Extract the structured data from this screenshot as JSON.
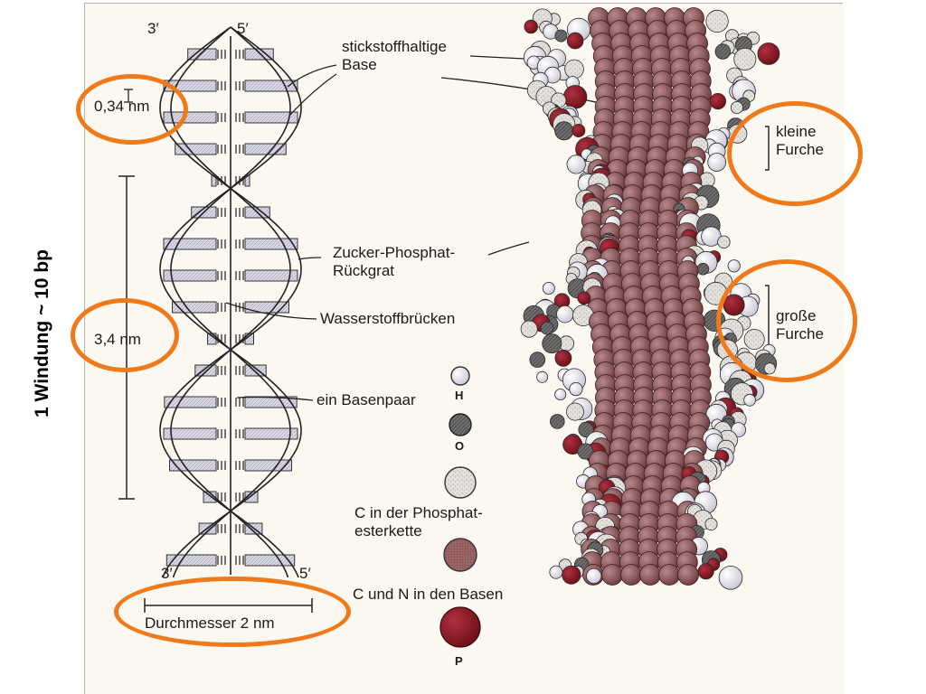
{
  "side_label": "1 Windung ~ 10 bp",
  "strand_ends": {
    "top_left": "3′",
    "top_right": "5′",
    "bottom_left": "3′",
    "bottom_right": "5′"
  },
  "measurements": {
    "base_step": "0,34 nm",
    "turn_length": "3,4 nm",
    "diameter": "Durchmesser 2 nm"
  },
  "callouts": {
    "base": "stickstoffhaltige\nBase",
    "backbone": "Zucker-Phosphat-\nRückgrat",
    "hbonds": "Wasserstoffbrücken",
    "basepair": "ein Basenpaar"
  },
  "grooves": {
    "minor": "kleine\nFurche",
    "major": "große\nFurche"
  },
  "legend": [
    {
      "label": "H",
      "color": "#f4f4f8"
    },
    {
      "label": "O",
      "color": "#6a6a6a"
    },
    {
      "label": "C in der Phosphat-\nesterkette",
      "color": "#e3e0dc"
    },
    {
      "label": "C und N in den Basen",
      "color": "#9c6c6e"
    },
    {
      "label": "P",
      "color": "#8e1722"
    }
  ],
  "colors": {
    "highlight_circle": "#f07a1a",
    "panel_background": "#fbf8f1",
    "base_fill": "#9a6466",
    "phosphorus": "#8e1722"
  }
}
